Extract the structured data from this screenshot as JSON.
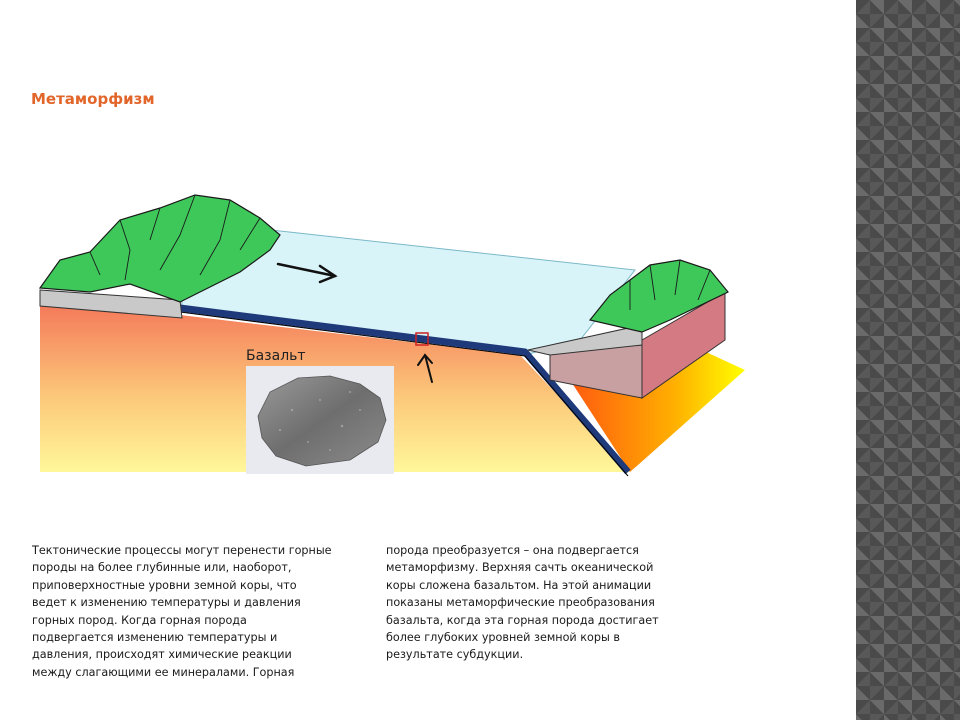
{
  "slide": {
    "title": "Метаморфизм",
    "photo_label": "Базальт"
  },
  "text": {
    "column1": [
      "Тектонические процессы могут перенести горные",
      "породы на более глубинные или, наоборот,",
      "приповерхностные уровни земной коры, что",
      "ведет к изменению температуры и давления",
      "горных пород. Когда горная порода",
      "подвергается изменению температуры и",
      "давления, происходят химические реакции",
      "между слагающими ее минералами. Горная"
    ],
    "column2": [
      "порода преобразуется – она подвергается",
      "метаморфизму. Верхняя сачть океанической",
      "коры сложена базальтом. На этой анимации",
      "показаны метаморфические преобразования",
      "базальта, когда эта горная порода достигает",
      "более глубоких уровней земной коры в",
      "результате субдукции."
    ]
  },
  "colors": {
    "title": "#e2652a",
    "ocean": "#d8f4f8",
    "plate": "#1f3a7a",
    "land": "#3ec85a",
    "mantle_top": "#f47a5a",
    "mantle_bottom": "#fff79a",
    "marker": "#cc2222"
  }
}
